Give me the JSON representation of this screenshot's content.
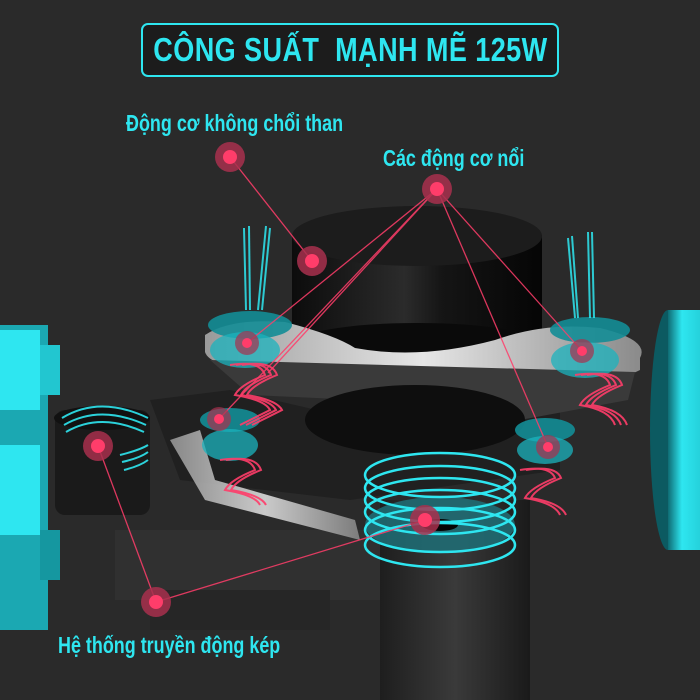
{
  "header": {
    "title": "CÔNG SUẤT  MẠNH MẼ 125W"
  },
  "callouts": [
    {
      "id": "brushless-motor",
      "label": "Động cơ không chổi than"
    },
    {
      "id": "floating-motors",
      "label": "Các động cơ nổi"
    },
    {
      "id": "dual-drive-system",
      "label": "Hệ thống truyền động kép"
    }
  ],
  "colors": {
    "background": "#2a2a2a",
    "accent_cyan": "#2ee6f0",
    "marker_red": "#ff3d6a",
    "metal_silver": "#c8c8c8",
    "motor_black": "#111111"
  }
}
